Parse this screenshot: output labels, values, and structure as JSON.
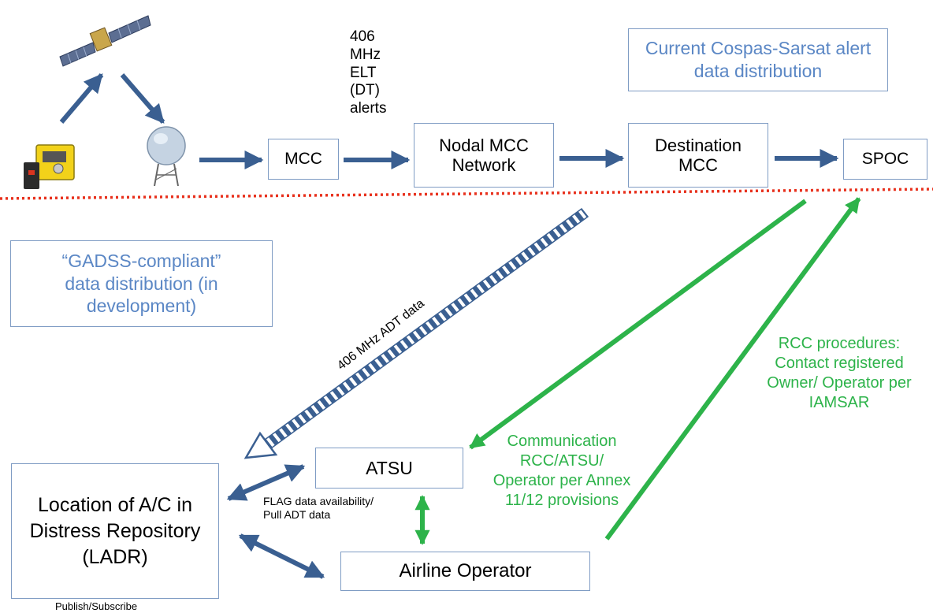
{
  "colors": {
    "arrow_blue": "#3a5f91",
    "arrow_green": "#2db34a",
    "divider_red": "#e8301c",
    "title_blue": "#5b87c5",
    "box_border": "#7f9cc4"
  },
  "icons": [
    "satellite-icon",
    "elt-beacon-icon",
    "ground-station-icon"
  ],
  "header": {
    "current_title": "Current Cospas-Sarsat alert data distribution",
    "elt_label": "406 MHz ELT (DT) alerts"
  },
  "nodes": {
    "mcc": "MCC",
    "nodal": "Nodal MCC Network",
    "destination": "Destination MCC",
    "spoc": "SPOC",
    "atsu": "ATSU",
    "airline": "Airline Operator",
    "ladr": "Location of A/C in Distress Repository (LADR)"
  },
  "gadss_title": "“GADSS-compliant” data distribution (in development)",
  "labels": {
    "adt_data": "406 MHz ADT data",
    "flag_data": "FLAG data availability/ Pull ADT data",
    "publish": "Publish/Subscribe",
    "rcc_procedures": "RCC procedures: Contact registered Owner/ Operator per IAMSAR",
    "communication": "Communication RCC/ATSU/ Operator per Annex 11/12 provisions"
  }
}
